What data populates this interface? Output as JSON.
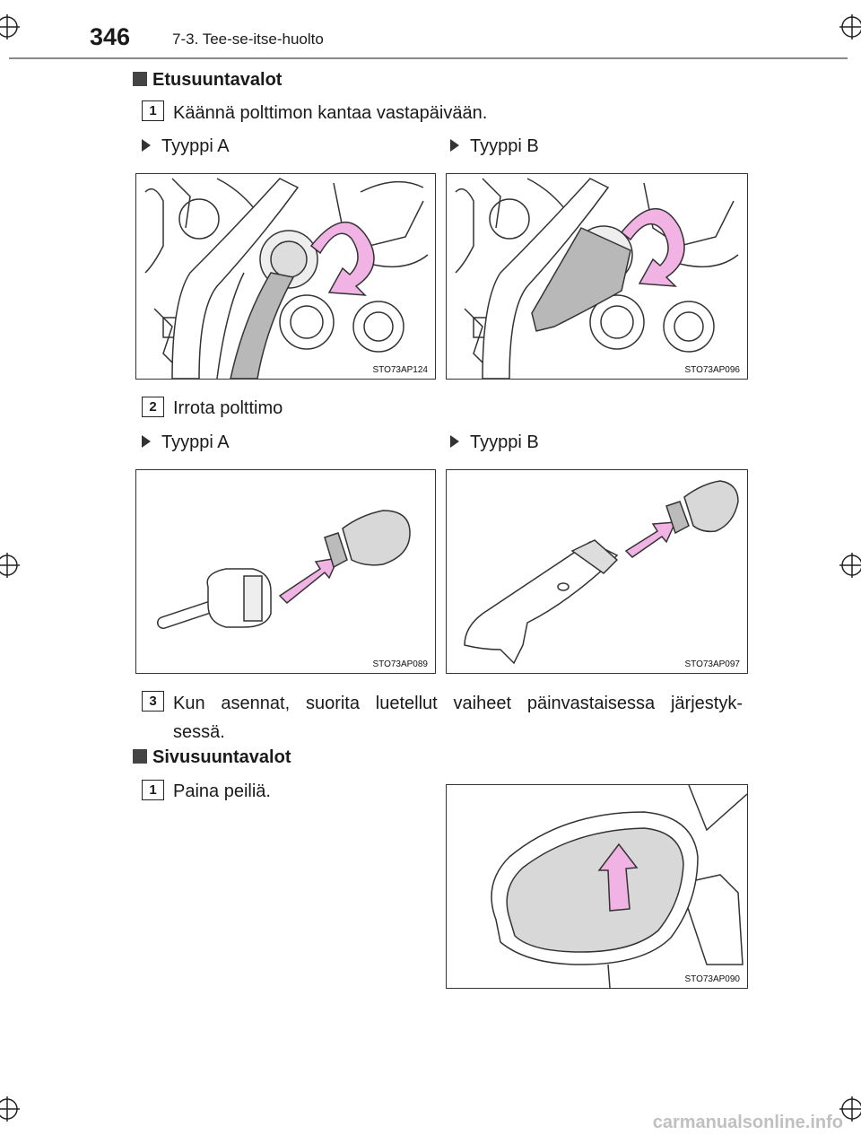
{
  "header": {
    "page_number": "346",
    "chapter": "7-3. Tee-se-itse-huolto"
  },
  "section1": {
    "heading": "Etusuuntavalot",
    "steps": [
      {
        "number": "1",
        "text": "Käännä polttimon kantaa vastapäivään.",
        "type_a": "Tyyppi A",
        "type_b": "Tyyppi B"
      },
      {
        "number": "2",
        "text": "Irrota polttimo",
        "type_a": "Tyyppi A",
        "type_b": "Tyyppi B"
      },
      {
        "number": "3",
        "text_line1": "Kun asennat, suorita luetellut vaiheet päinvastaisessa järjestyk-",
        "text_line2": "sessä."
      }
    ]
  },
  "section2": {
    "heading": "Sivusuuntavalot",
    "steps": [
      {
        "number": "1",
        "text": "Paina peiliä."
      }
    ]
  },
  "figures": {
    "fig1a": "STO73AP124",
    "fig1b": "STO73AP096",
    "fig2a": "STO73AP089",
    "fig2b": "STO73AP097",
    "fig3": "STO73AP090"
  },
  "watermark": "carmanualsonline.info",
  "colors": {
    "arrow_pink": "#f1b2e4",
    "bulb_grey": "#d8d8d8"
  }
}
